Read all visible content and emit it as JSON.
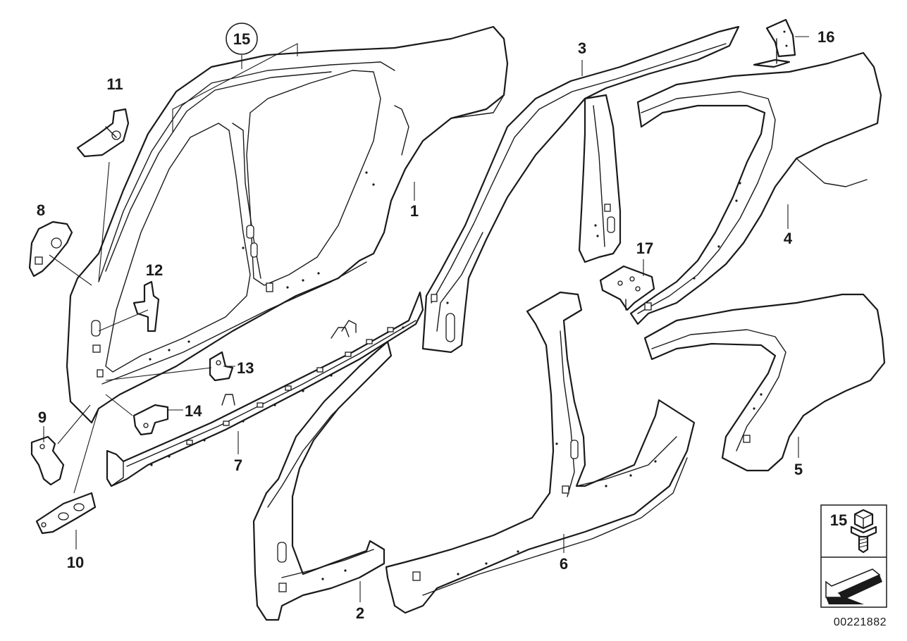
{
  "diagram": {
    "callouts": {
      "c1": "1",
      "c2": "2",
      "c3": "3",
      "c4": "4",
      "c5": "5",
      "c6": "6",
      "c7": "7",
      "c8": "8",
      "c9": "9",
      "c10": "10",
      "c11": "11",
      "c12": "12",
      "c13": "13",
      "c14": "14",
      "c15": "15",
      "c16": "16",
      "c17": "17"
    },
    "legend_box": {
      "label": "15"
    },
    "reference_number": "00221882"
  }
}
